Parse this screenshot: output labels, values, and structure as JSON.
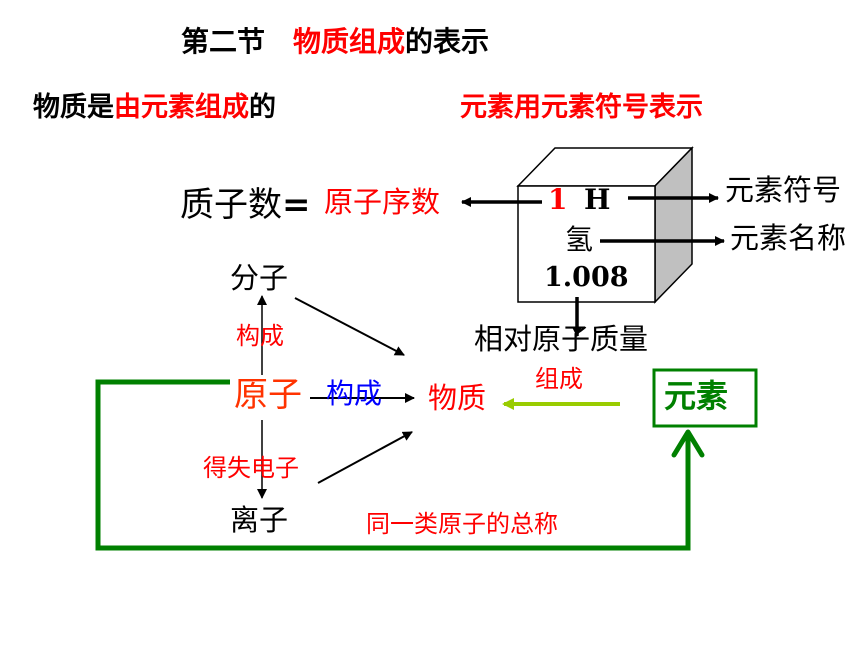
{
  "title": {
    "part1": "第二节",
    "part2": "物质组成",
    "part3": "的表示"
  },
  "subtitle_left": {
    "part1": "物质是",
    "part2": "由元素组成",
    "part3": "的"
  },
  "subtitle_right": "元素用元素符号表示",
  "element_card": {
    "atomic_number": "1",
    "symbol": "H",
    "name": "氢",
    "atomic_mass": "1.008"
  },
  "annotations": {
    "proton_count": "质子数",
    "equals": "=",
    "atomic_number_label": "原子序数",
    "symbol_label": "元素符号",
    "name_label": "元素名称",
    "relative_mass_label": "相对原子质量"
  },
  "concept_map": {
    "molecule": "分子",
    "atom": "原子",
    "ion": "离子",
    "substance": "物质",
    "element": "元素",
    "constitutes_vertical": "构成",
    "constitutes_horizontal": "构成",
    "gain_lose_electrons": "得失电子",
    "composes": "组成",
    "element_definition": "同一类原子的总称"
  },
  "colors": {
    "red": "#ff0000",
    "atom_red": "#ff3300",
    "blue": "#0000ff",
    "green": "#008000",
    "yellow_green": "#99cc00",
    "box_front": "#ffffff",
    "box_top": "#ffffff",
    "box_side": "#c0c0c0"
  }
}
